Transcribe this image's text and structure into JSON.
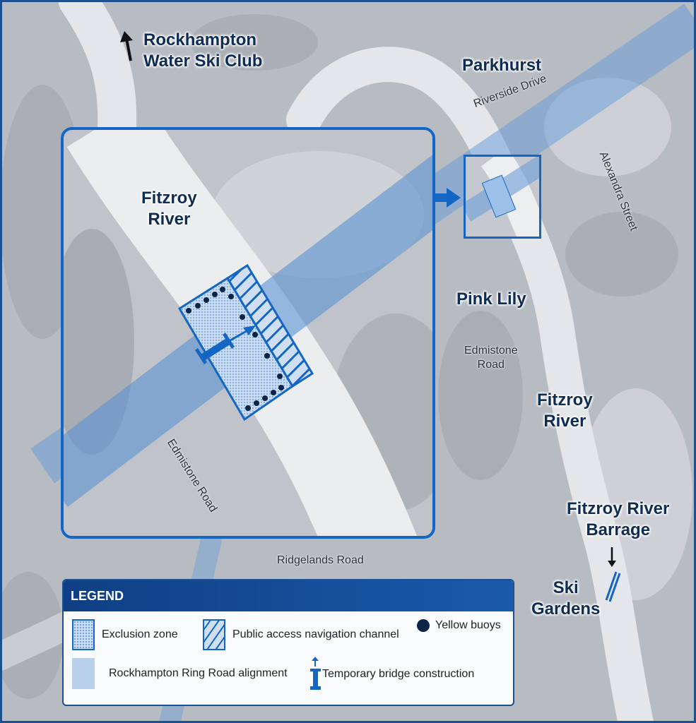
{
  "labels": {
    "rockhampton_ski_club": [
      "Rockhampton",
      "Water Ski Club"
    ],
    "parkhurst": "Parkhurst",
    "fitzroy_river_inset": [
      "Fitzroy",
      "River"
    ],
    "pink_lily": "Pink Lily",
    "fitzroy_river_main": [
      "Fitzroy",
      "River"
    ],
    "barrage": [
      "Fitzroy River",
      "Barrage"
    ],
    "ski_gardens": [
      "Ski",
      "Gardens"
    ]
  },
  "roads": {
    "riverside_drive": "Riverside Drive",
    "alexandra_street": "Alexandra Street",
    "edmistone_road_main": [
      "Edmistone",
      "Road"
    ],
    "edmistone_road_inset": "Edmistone Road",
    "ridgelands_road": "Ridgelands Road"
  },
  "legend": {
    "title": "LEGEND",
    "items": [
      {
        "label": "Exclusion zone",
        "icon": "dotted-square"
      },
      {
        "label": "Public access navigation channel",
        "icon": "hatched-square"
      },
      {
        "label": "Yellow buoys",
        "icon": "dark-circle"
      },
      {
        "label": "Rockhampton Ring Road alignment",
        "icon": "light-blue-square"
      },
      {
        "label": "Temporary bridge construction",
        "icon": "bridge-arrow"
      }
    ]
  },
  "colors": {
    "accent": "#1466c4",
    "navy": "#0f3f84",
    "buoy": "#0b2447",
    "alignment": "#8fb4df"
  }
}
